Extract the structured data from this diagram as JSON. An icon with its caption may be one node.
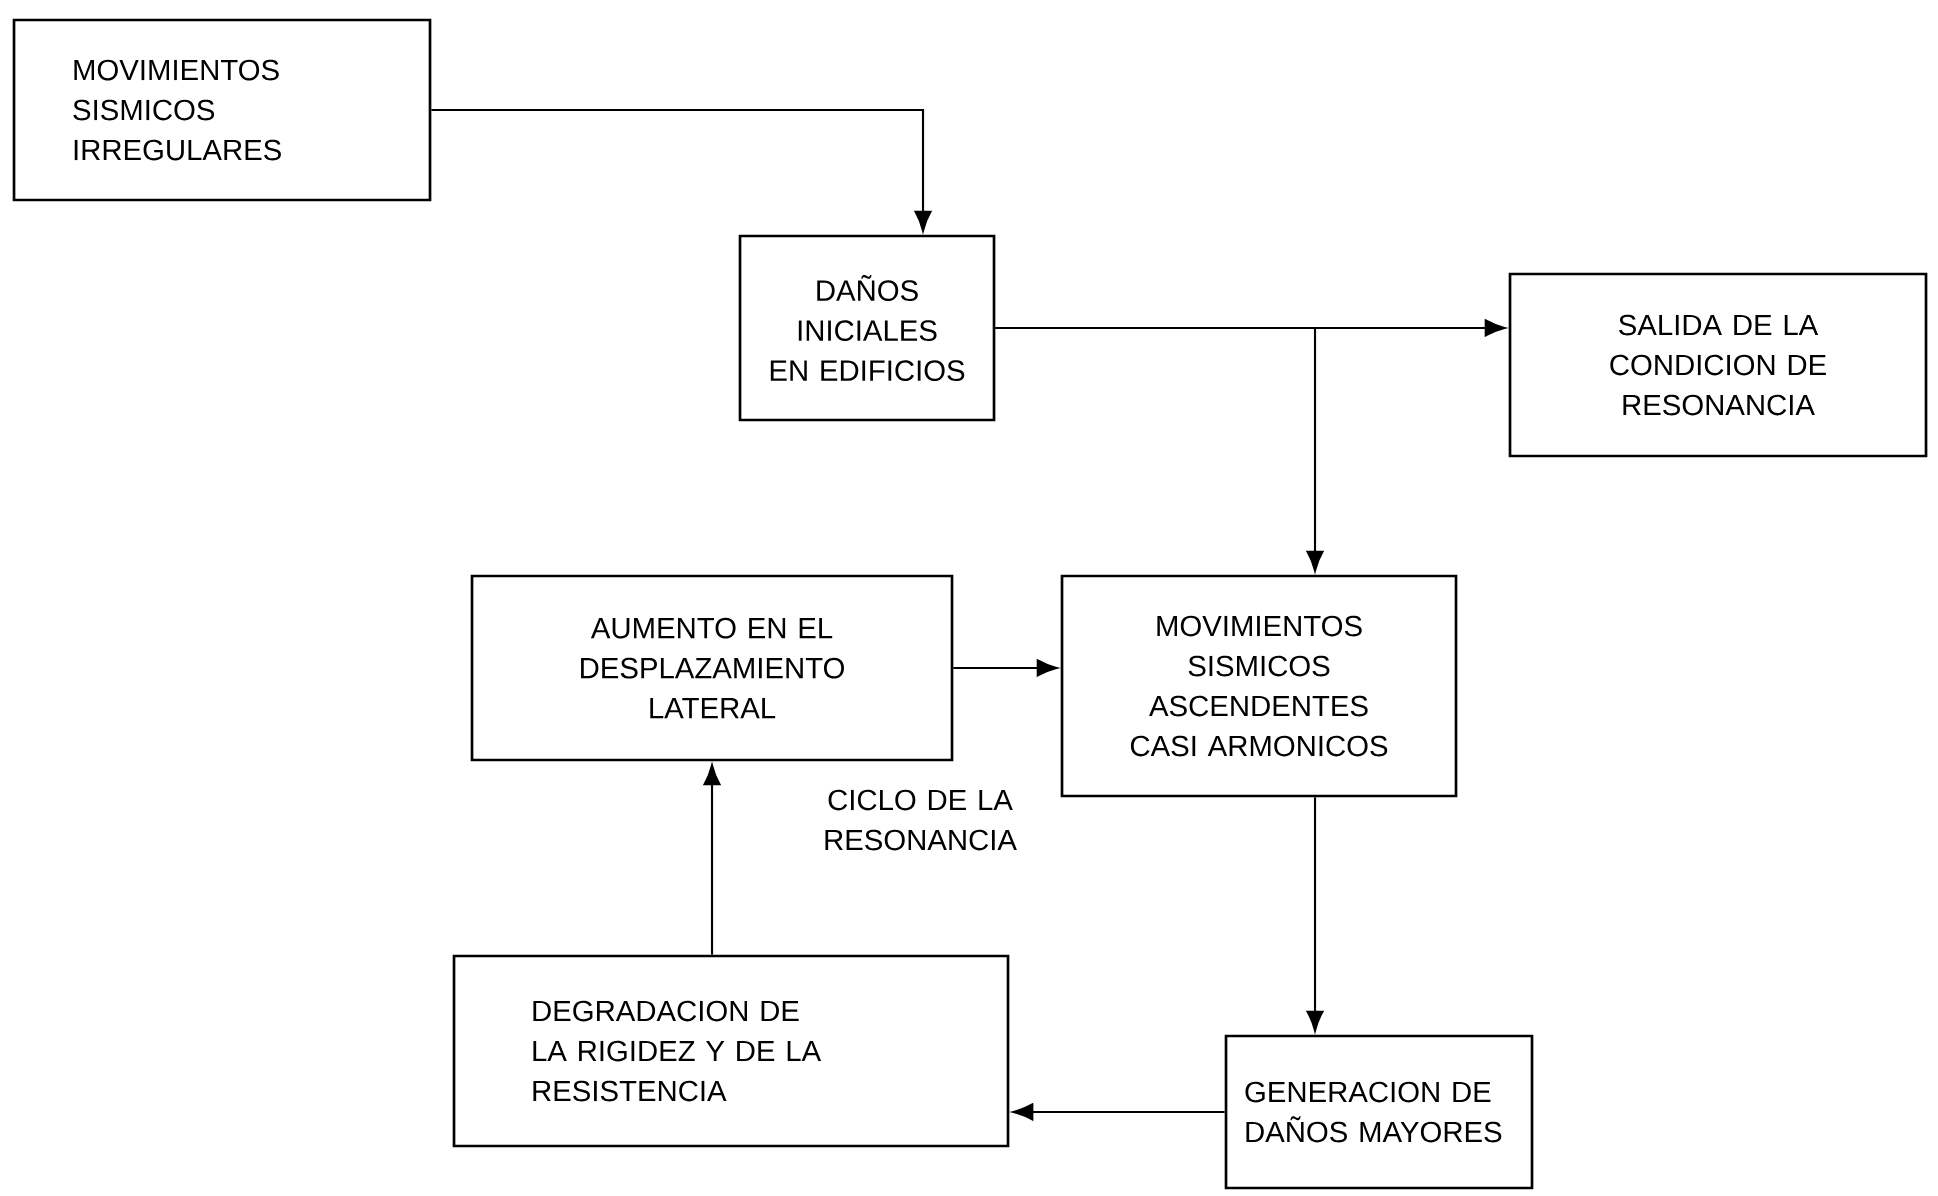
{
  "diagram": {
    "nodes": [
      {
        "text": [
          "MOVIMIENTOS SISMICOS IRREGULARES"
        ]
      },
      {
        "text": [
          "DAÑOS INICIALES EN EDIFICIOS"
        ]
      },
      {
        "text": [
          "SALIDA DE LA CONDICION DE RESONANCIA"
        ]
      },
      {
        "text": [
          "AUMENTO EN EL DESPLAZAMIENTO LATERAL"
        ]
      },
      {
        "text": [
          "MOVIMIENTOS SISMICOS ASCENDENTES CASI ARMONICOS"
        ]
      },
      {
        "text": [
          "DEGRADACION DE LA RIGIDEZ Y DE LA RESISTENCIA"
        ]
      },
      {
        "text": [
          "GENERACION DE DAÑOS MAYORES"
        ]
      }
    ],
    "edges": [
      {
        "from": 0,
        "to": 1,
        "arrow": "to"
      },
      {
        "from": 1,
        "to": 2,
        "arrow": "to"
      },
      {
        "from": 1,
        "to": 4,
        "arrow": "to"
      },
      {
        "from": 3,
        "to": 4,
        "arrow": "to"
      },
      {
        "from": 4,
        "to": 6,
        "arrow": "to"
      },
      {
        "from": 6,
        "to": 5,
        "arrow": "to"
      },
      {
        "from": 5,
        "to": 3,
        "arrow": "to"
      }
    ],
    "labels": [
      "CICLO DE LA RESONANCIA"
    ]
  }
}
